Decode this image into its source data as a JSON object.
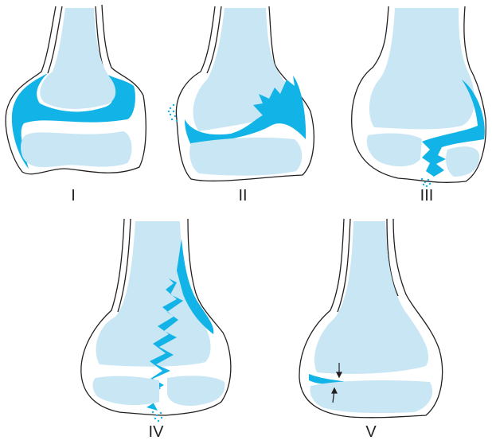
{
  "colors": {
    "outline": "#231f20",
    "bone_fill": "#c9e6f5",
    "physis": "#12b3e6",
    "background": "#ffffff"
  },
  "panels": [
    {
      "id": "I",
      "label": "I"
    },
    {
      "id": "II",
      "label": "II"
    },
    {
      "id": "III",
      "label": "III"
    },
    {
      "id": "IV",
      "label": "IV"
    },
    {
      "id": "V",
      "label": "V"
    }
  ]
}
